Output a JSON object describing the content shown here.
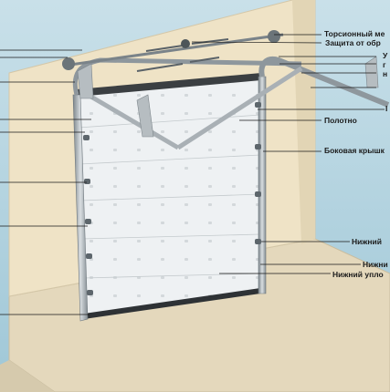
{
  "labels": {
    "torsion": "Торсионный ме",
    "break_protect": "Защита от обр",
    "partial_u": "У",
    "partial_g": "г",
    "partial_n": "н",
    "partial_i": "I",
    "panel": "Полотно",
    "side_cover": "Боковая крышк",
    "bottom_n": "Нижний",
    "bottom_n2": "Нижни",
    "bottom_seal": "Нижний упло"
  },
  "colors": {
    "background": "#a9cddb",
    "wall": "#efe3c8",
    "floor": "#e6dbc0",
    "panel": "#f3f5f6",
    "rail": "#9aa2a8",
    "leader": "#1a1a1a"
  }
}
